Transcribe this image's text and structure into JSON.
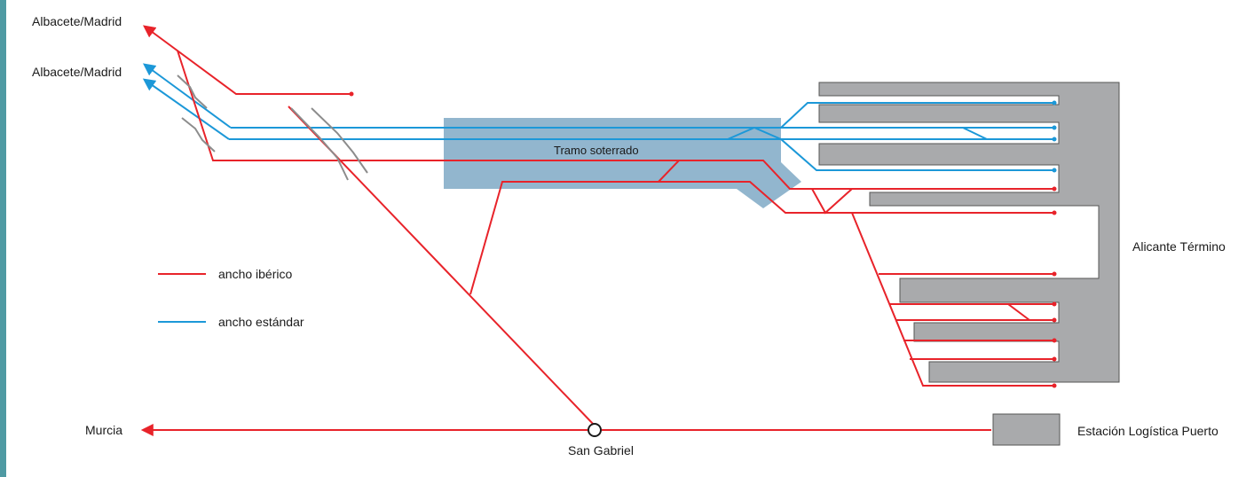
{
  "labels": {
    "albacete_madrid_top": "Albacete/Madrid",
    "albacete_madrid_second": "Albacete/Madrid",
    "tramo_soterrado": "Tramo soterrado",
    "alicante_termino": "Alicante Término",
    "murcia": "Murcia",
    "san_gabriel": "San Gabriel",
    "estacion_logistica": "Estación Logística Puerto"
  },
  "legend": {
    "iberico": {
      "label": "ancho ibérico",
      "color": "#e8232a"
    },
    "estandar": {
      "label": "ancho estándar",
      "color": "#1c98d8"
    }
  },
  "colors": {
    "tunnel_fill": "#7fa9c6",
    "platform_fill": "#a9aaac"
  }
}
